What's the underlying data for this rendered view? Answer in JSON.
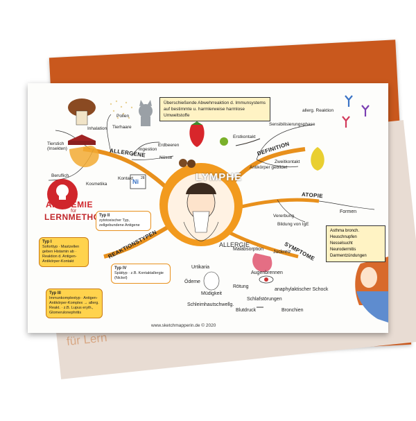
{
  "folder": {
    "text": "für Lern"
  },
  "logo": {
    "line1": "AKADEMIE",
    "line_small": "für",
    "line2": "LERNMETHODEN"
  },
  "center": {
    "title": "LYMPHE",
    "subtitle": "ALLERGIE"
  },
  "definition_box": {
    "text": "Überschießende Abwehrreaktion d. Immunsystems auf bestimmte u. harmlerweise harmlose Umweltstoffe"
  },
  "branches": {
    "allergene": "ALLERGENE",
    "definition": "DEFINITION",
    "atopie": "ATOPIE",
    "reaktionstypen": "REAKTIONSTYPEN",
    "symptome": "SYMPTOME"
  },
  "allergene_items": [
    "Tierhaare",
    "Pollen",
    "Inhalation",
    "Ingestion",
    "Erdbeeren",
    "Nüsse",
    "Tierstich (Insekten)",
    "Kontakt",
    "Beruflich",
    "Kosmetika"
  ],
  "definition_items": [
    "Sensibilisierungsphase",
    "Erstkontakt",
    "Antikörper gebildet",
    "allerg. Reaktion",
    "Zweitkontakt"
  ],
  "atopie_items": [
    "Formen",
    "Vererbung",
    "Bildung von IgE"
  ],
  "atopie_list": [
    "Asthma bronch.",
    "Heuschnupfen",
    "Nesselsucht",
    "Neurodermitis",
    "Darmentzündungen"
  ],
  "types": [
    {
      "title": "Typ I",
      "text": "Soforttyp · Mastzellen geben Histamin ab · Reaktion d. Antigen-Antikörper-Kontakt"
    },
    {
      "title": "Typ II",
      "text": "zytotoxischer Typ, zellgebundene Antigene"
    },
    {
      "title": "Typ III",
      "text": "Immunkomplextyp · Antigen-Antikörper-Komplex → allerg. Reakt. · z.B. Lupus eryth., Glomerulonephritis"
    },
    {
      "title": "Typ IV",
      "text": "Spättyp · z.B. Kontaktallergie (Nickel)"
    }
  ],
  "symptoms": [
    "Urtikaria",
    "Ödeme",
    "Müdigkeit",
    "Schleimhautschwellg.",
    "Juckreiz",
    "Augenbrennen",
    "Rötung",
    "anaphylaktischer Schock",
    "Schlafstörungen",
    "Blutdruck",
    "Bronchien",
    "Malabsorption"
  ],
  "element_label": "Ni",
  "element_number": "28",
  "footer": "www.sketchmapperin.de © 2020",
  "colors": {
    "orange": "#e8901c",
    "folder": "#c9581d",
    "accent_red": "#d0262c",
    "box_yellow": "#fff3c4"
  }
}
